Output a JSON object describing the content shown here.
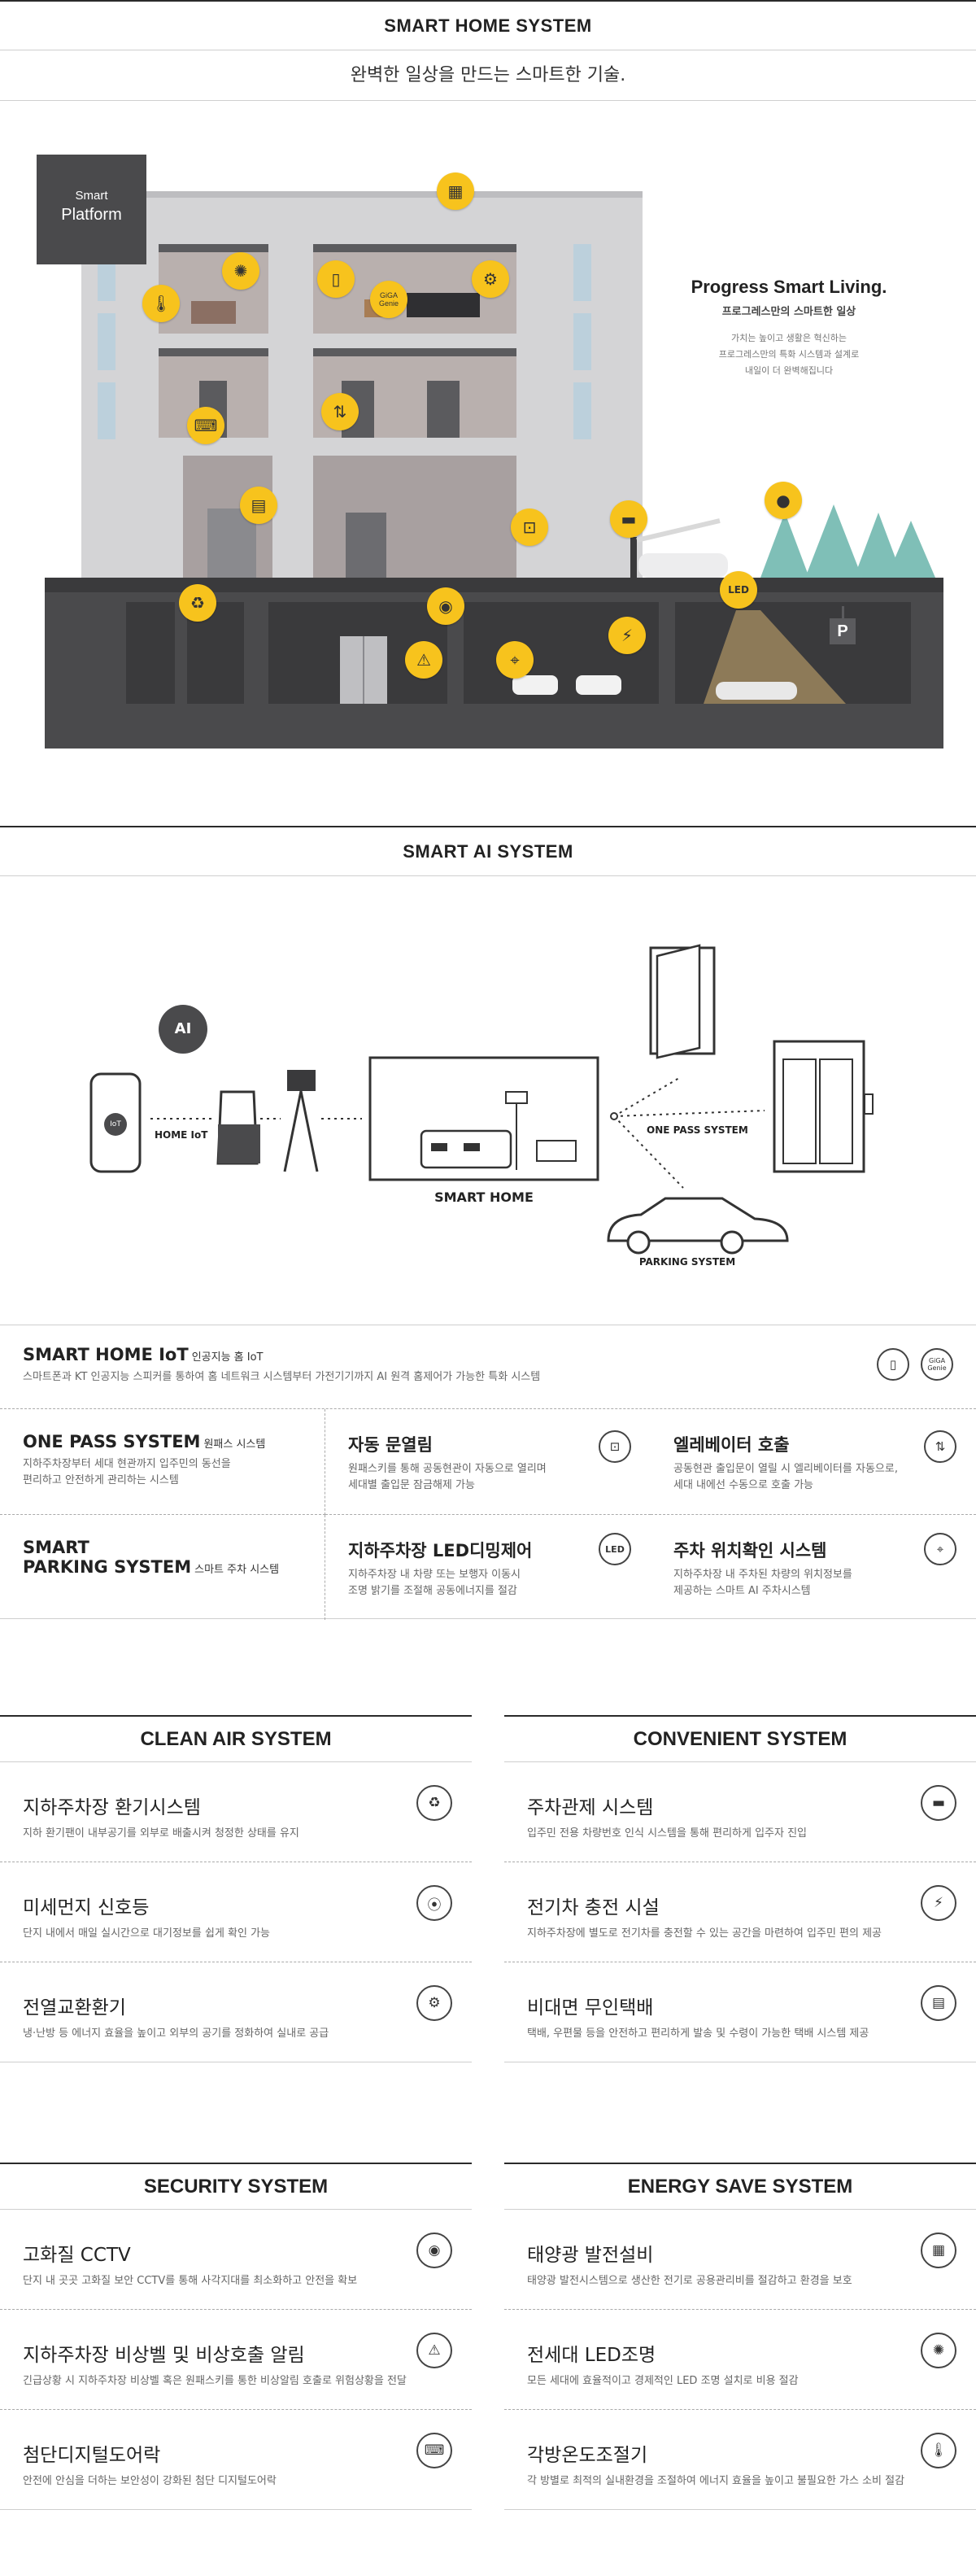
{
  "smart_home": {
    "title": "SMART HOME SYSTEM",
    "subtitle": "완벽한 일상을 만드는 스마트한 기술.",
    "platform_line1": "Smart",
    "platform_line2": "Platform",
    "giga_genie": "GiGA Genie",
    "led_label": "LED",
    "parking_label": "P",
    "progress_title": "Progress Smart Living.",
    "progress_sub": "프로그레스만의 스마트한 일상",
    "progress_desc1": "가치는 높이고 생활은 혁신하는",
    "progress_desc2": "프로그레스만의 특화 시스템과 설계로",
    "progress_desc3": "내일이 더 완벽해집니다"
  },
  "smart_ai": {
    "title": "SMART AI SYSTEM",
    "ai_badge": "AI",
    "iot_label": "IoT",
    "home_iot": "HOME IoT",
    "smart_home_label": "SMART HOME",
    "one_pass_label": "ONE PASS SYSTEM",
    "parking_label": "PARKING SYSTEM"
  },
  "features": {
    "iot": {
      "title": "SMART HOME IoT",
      "title_sub": "인공지능 홈 IoT",
      "desc": "스마트폰과 KT 인공지능 스피커를 통하여 홈 네트워크 시스템부터 가전기기까지  AI 원격 홈제어가 가능한 특화 시스템",
      "genie_icon": "GiGA Genie"
    },
    "onepass": {
      "title": "ONE PASS SYSTEM",
      "title_sub": "원패스 시스템",
      "desc1": "지하주차장부터 세대 현관까지 입주민의 동선을",
      "desc2": "편리하고 안전하게 관리하는 시스템"
    },
    "door": {
      "title": "자동 문열림",
      "desc1": "원패스키를 통해 공동현관이 자동으로 열리며",
      "desc2": "세대별 출입문 잠금해제 가능"
    },
    "elevator": {
      "title": "엘레베이터 호출",
      "desc1": "공동현관 출입문이 열릴 시 엘리베이터를 자동으로,",
      "desc2": "세대 내에선 수동으로 호출 가능"
    },
    "smart_parking": {
      "title1": "SMART",
      "title2": "PARKING SYSTEM",
      "title_sub": "스마트 주차 시스템"
    },
    "led": {
      "title": "지하주차장 LED디밍제어",
      "desc1": "지하주차장 내 차량 또는 보행자 이동시",
      "desc2": "조명 밝기를 조절해 공동에너지를 절감",
      "icon_text": "LED"
    },
    "locate": {
      "title": "주차 위치확인 시스템",
      "desc1": "지하주차장 내 주차된 차량의 위치정보를",
      "desc2": "제공하는 스마트  AI 주차시스템"
    }
  },
  "clean_air": {
    "title": "CLEAN AIR SYSTEM",
    "items": [
      {
        "title": "지하주차장 환기시스템",
        "desc": "지하 환기팬이 내부공기를 외부로 배출시켜 청정한 상태를 유지"
      },
      {
        "title": "미세먼지 신호등",
        "desc": "단지 내에서 매일 실시간으로 대기정보를 쉽게 확인 가능"
      },
      {
        "title": "전열교환환기",
        "desc": "냉·난방 등 에너지 효율을 높이고 외부의 공기를 정화하여 실내로 공급"
      }
    ]
  },
  "convenient": {
    "title": "CONVENIENT SYSTEM",
    "items": [
      {
        "title": "주차관제 시스템",
        "desc": "입주민 전용 차량번호 인식 시스템을 통해 편리하게 입주자 진입"
      },
      {
        "title": "전기차 충전 시설",
        "desc": "지하주차장에 별도로 전기차를 충전할 수 있는 공간을 마련하여 입주민 편의 제공"
      },
      {
        "title": "비대면 무인택배",
        "desc": "택배, 우편물 등을 안전하고 편리하게 발송 및 수령이 가능한 택배 시스템 제공"
      }
    ]
  },
  "security": {
    "title": "SECURITY SYSTEM",
    "items": [
      {
        "title": "고화질 CCTV",
        "desc": "단지 내 곳곳 고화질 보안 CCTV를 통해 사각지대를 최소화하고 안전을 확보"
      },
      {
        "title": "지하주차장 비상벨 및 비상호출 알림",
        "desc": "긴급상황 시 지하주차장 비상벨 혹은 원패스키를 통한 비상알림 호출로 위험상황을 전달"
      },
      {
        "title": "첨단디지털도어락",
        "desc": "안전에 안심을 더하는 보안성이 강화된 첨단 디지털도어락"
      }
    ]
  },
  "energy": {
    "title": "ENERGY SAVE SYSTEM",
    "items": [
      {
        "title": "태양광 발전설비",
        "desc": "태양광 발전시스템으로 생산한 전기로 공용관리비를 절감하고 환경을 보호"
      },
      {
        "title": "전세대 LED조명",
        "desc": "모든 세대에 효율적이고 경제적인 LED 조명 설치로 비용 절감"
      },
      {
        "title": "각방온도조절기",
        "desc": "각 방별로 최적의 실내환경을 조절하여 에너지 효율을 높이고 불필요한 가스 소비 절감"
      }
    ]
  },
  "colors": {
    "accent": "#f7c31d",
    "dark": "#4a4a4c",
    "building": "#d4d4d6"
  }
}
